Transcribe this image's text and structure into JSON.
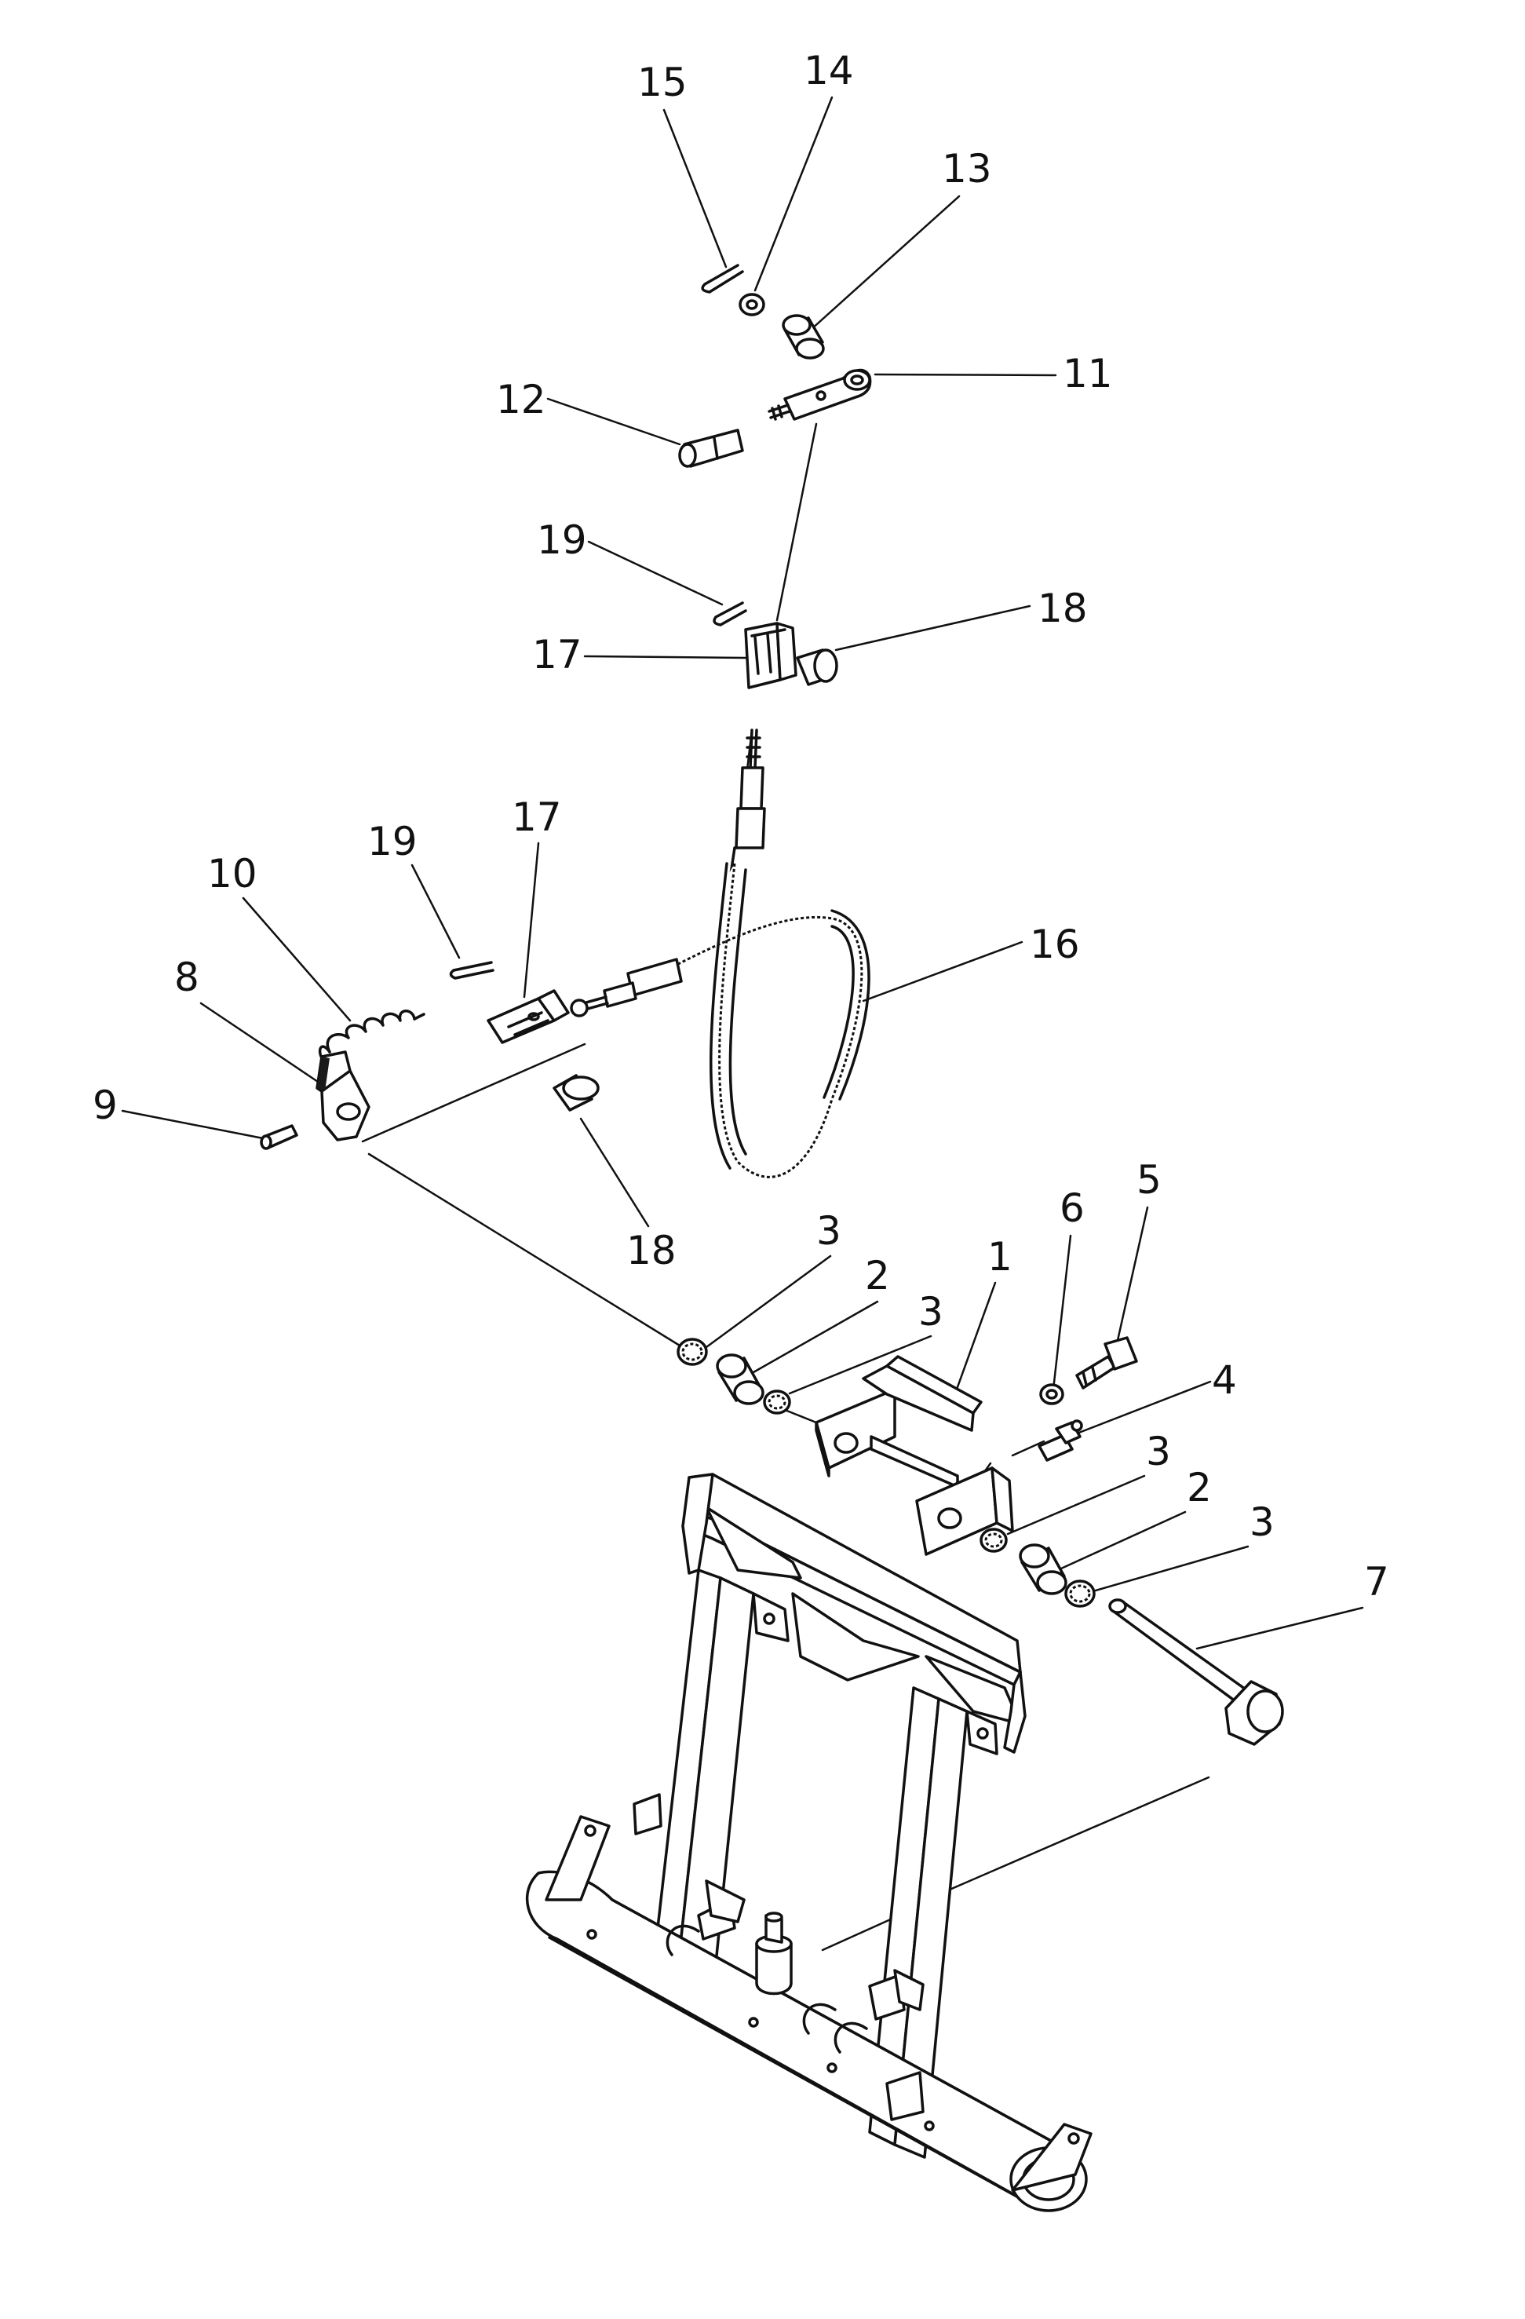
{
  "diagram": {
    "callouts": [
      {
        "id": "c15",
        "text": "15"
      },
      {
        "id": "c14",
        "text": "14"
      },
      {
        "id": "c13",
        "text": "13"
      },
      {
        "id": "c11",
        "text": "11"
      },
      {
        "id": "c12",
        "text": "12"
      },
      {
        "id": "c19a",
        "text": "19"
      },
      {
        "id": "c18a",
        "text": "18"
      },
      {
        "id": "c17a",
        "text": "17"
      },
      {
        "id": "c19b",
        "text": "19"
      },
      {
        "id": "c17b",
        "text": "17"
      },
      {
        "id": "c10",
        "text": "10"
      },
      {
        "id": "c16",
        "text": "16"
      },
      {
        "id": "c8",
        "text": "8"
      },
      {
        "id": "c9",
        "text": "9"
      },
      {
        "id": "c18b",
        "text": "18"
      },
      {
        "id": "c3a",
        "text": "3"
      },
      {
        "id": "c2a",
        "text": "2"
      },
      {
        "id": "c3b",
        "text": "3"
      },
      {
        "id": "c1",
        "text": "1"
      },
      {
        "id": "c6",
        "text": "6"
      },
      {
        "id": "c5",
        "text": "5"
      },
      {
        "id": "c4",
        "text": "4"
      },
      {
        "id": "c3c",
        "text": "3"
      },
      {
        "id": "c2b",
        "text": "2"
      },
      {
        "id": "c3d",
        "text": "3"
      },
      {
        "id": "c7",
        "text": "7"
      }
    ]
  }
}
